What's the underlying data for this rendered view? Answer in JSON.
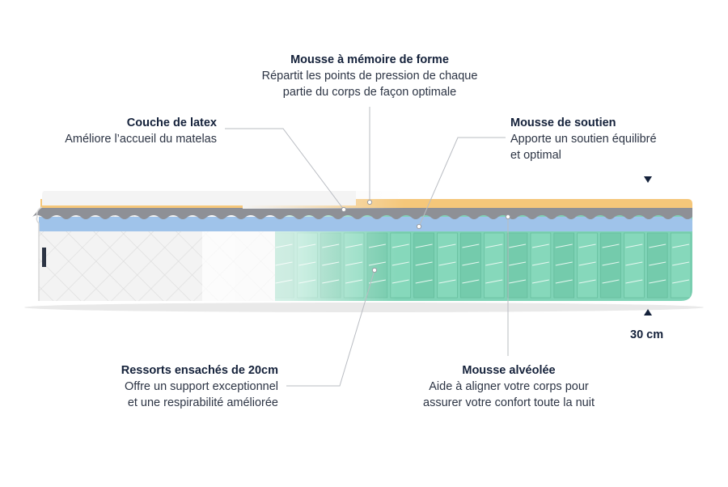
{
  "layers": {
    "memory_foam": {
      "title": "Mousse à mémoire de forme",
      "desc_line1": "Répartit les points de pression de chaque",
      "desc_line2": "partie du corps de façon optimale"
    },
    "latex": {
      "title": "Couche de latex",
      "desc_line1": "Améliore l’accueil du matelas"
    },
    "support_foam": {
      "title": "Mousse de soutien",
      "desc_line1": "Apporte un soutien équilibré",
      "desc_line2": "et optimal"
    },
    "springs": {
      "title": "Ressorts ensachés de 20cm",
      "desc_line1": "Offre un support exceptionnel",
      "desc_line2": "et une respirabilité améliorée"
    },
    "cellular_foam": {
      "title": "Mousse alvéolée",
      "desc_line1": "Aide à aligner votre corps pour",
      "desc_line2": "assurer votre confort toute la nuit"
    }
  },
  "height": {
    "label": "30 cm"
  },
  "colors": {
    "memory_foam": "#f5c77a",
    "latex": "#8e9096",
    "support_foam": "#9fc3ea",
    "springs": "#7fd3b6",
    "cover": "#f2f2f2",
    "leader_line": "#b9bcc2",
    "text": "#14213a"
  }
}
